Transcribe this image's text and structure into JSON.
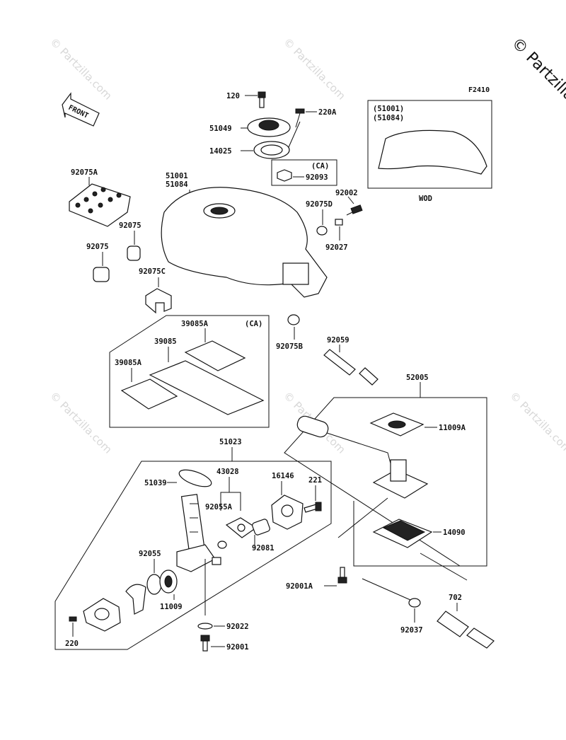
{
  "figure_code": "F2410",
  "copyright": "© Partzilla.com",
  "watermark": "© Partzilla.com",
  "front_arrow": "FRONT",
  "callouts": {
    "p120": "120",
    "p220A": "220A",
    "p51049": "51049",
    "p14025": "14025",
    "ca1": "(CA)",
    "p92093": "92093",
    "wod_box_1": "(51001)",
    "wod_box_2": "(51084)",
    "wod": "WOD",
    "p92075A": "92075A",
    "p51001": "51001",
    "p51084": "51084",
    "p92002": "92002",
    "p92075D": "92075D",
    "p92027": "92027",
    "p92075_1": "92075",
    "p92075_2": "92075",
    "p92075C": "92075C",
    "p92075B": "92075B",
    "p92059": "92059",
    "p39085A_1": "39085A",
    "ca2": "(CA)",
    "p39085": "39085",
    "p39085A_2": "39085A",
    "p52005": "52005",
    "p11009A": "11009A",
    "p14090": "14090",
    "p51023": "51023",
    "p43028": "43028",
    "p16146": "16146",
    "p51039": "51039",
    "p221": "221",
    "p92055A": "92055A",
    "p92081": "92081",
    "p92055": "92055",
    "p11009": "11009",
    "p92022": "92022",
    "p220": "220",
    "p92001": "92001",
    "p92001A": "92001A",
    "p702": "702",
    "p92037": "92037"
  }
}
